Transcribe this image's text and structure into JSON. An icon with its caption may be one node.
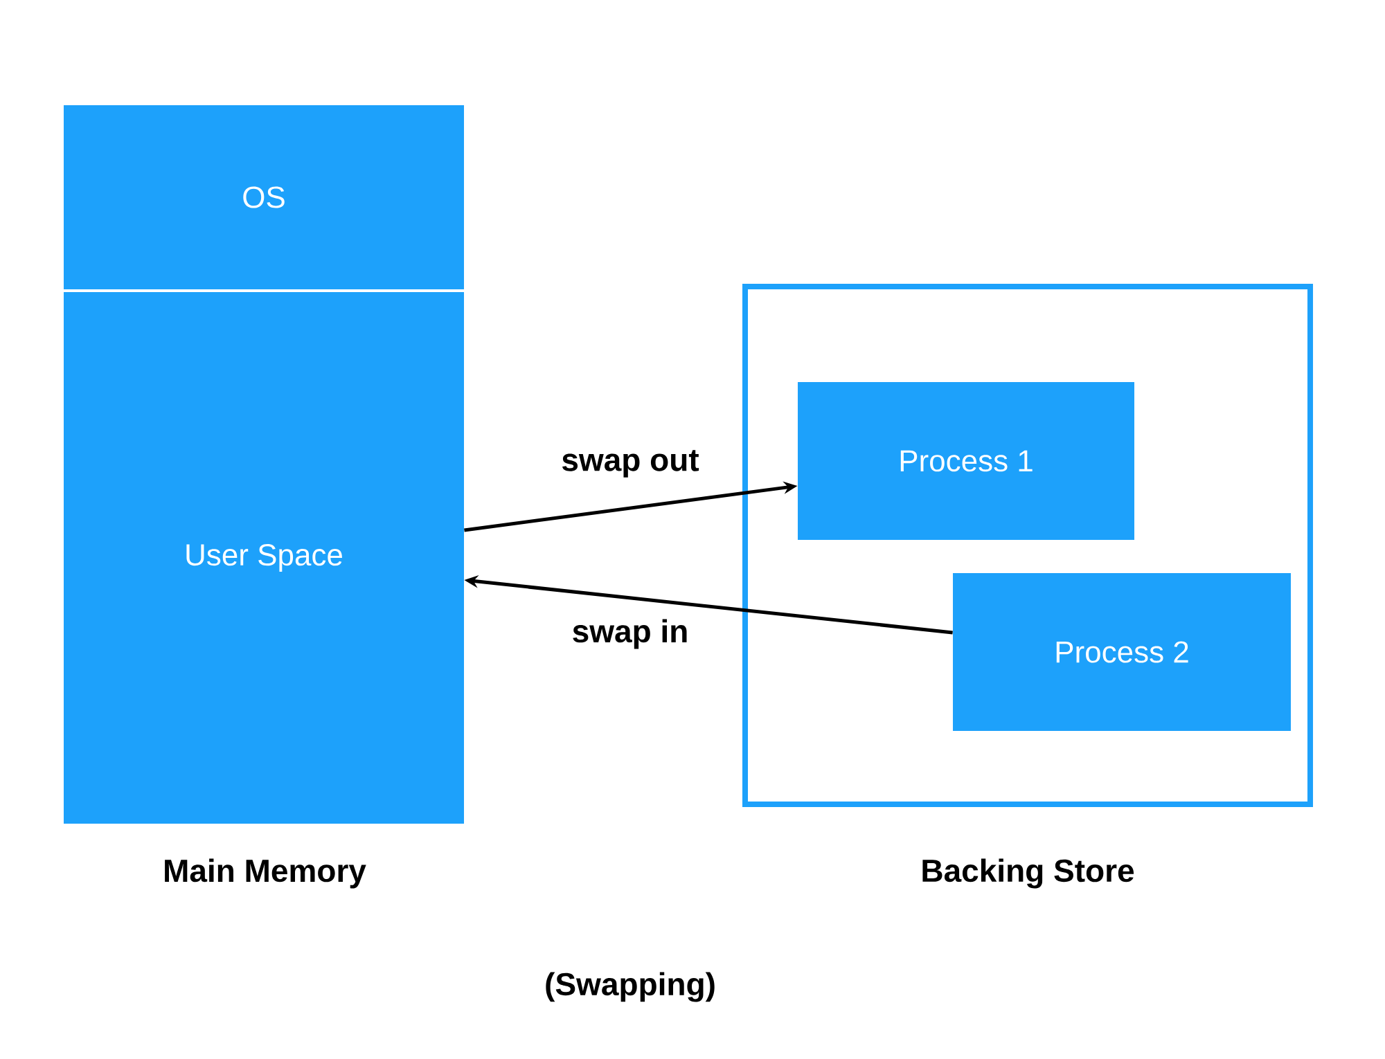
{
  "diagram": {
    "caption": "(Swapping)",
    "nodes": [
      {
        "text": [
          "OS"
        ]
      },
      {
        "text": [
          "User Space"
        ]
      },
      {
        "text": [
          "Backing Store"
        ]
      },
      {
        "text": [
          "Process 1"
        ],
        "in": 2
      },
      {
        "text": [
          "Process 2"
        ],
        "in": 2
      }
    ],
    "edges": [
      {
        "from": 1,
        "to": 3,
        "arrow": "to",
        "label": "swap out"
      },
      {
        "from": 4,
        "to": 1,
        "arrow": "to",
        "label": "swap in"
      }
    ],
    "labels": [
      "Main Memory"
    ]
  }
}
